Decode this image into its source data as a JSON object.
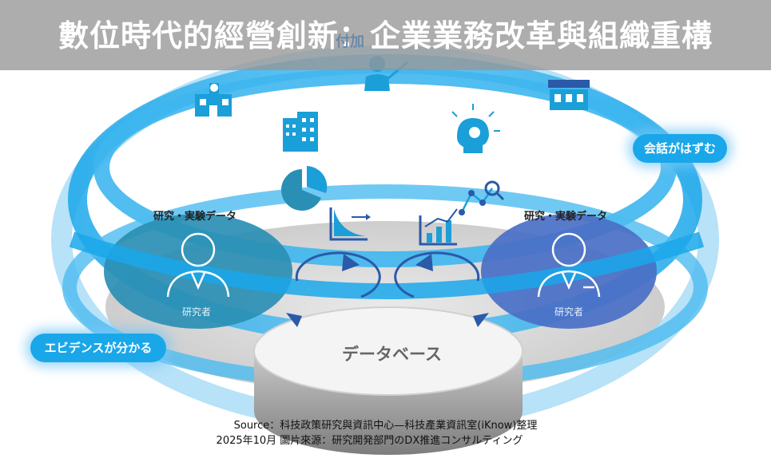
{
  "title": "數位時代的經營創新：企業業務改革與組織重構",
  "top_banner_text": "付加",
  "labels": {
    "conversation": "会話がはずむ",
    "evidence": "エビデンスが分かる",
    "research_data_left": "研究・実験データ",
    "research_data_right": "研究・実験データ",
    "researcher_left": "研究者",
    "researcher_right": "研究者",
    "database": "データベース"
  },
  "source": {
    "line1": "Source：科技政策研究與資訊中心—科技產業資訊室(iKnow)整理",
    "line2": "2025年10月  圖片來源：研究開発部門のDX推進コンサルティング"
  },
  "icons": [
    "school-icon",
    "presenter-icon",
    "storefront-icon",
    "building-icon",
    "idea-icon",
    "pie-chart-icon",
    "decline-chart-icon",
    "bar-chart-icon",
    "network-search-icon",
    "researcher-icon"
  ],
  "colors": {
    "ring_blue": "#1aa7ea",
    "left_person": "#2a8fb4",
    "right_person": "#4a6fc6",
    "icon_blue": "#1a9fd8",
    "icon_dark": "#2a5aa8"
  }
}
